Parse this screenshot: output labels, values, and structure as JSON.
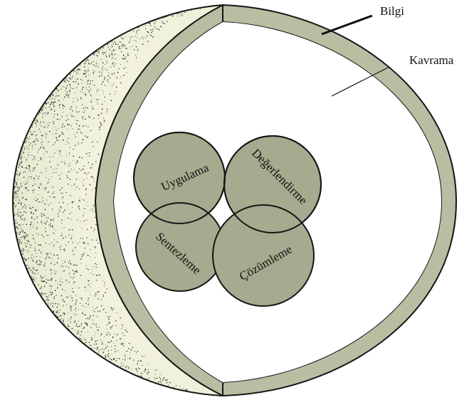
{
  "callouts": {
    "outer_shell": "Bilgi",
    "inner_space": "Kavrama"
  },
  "levels": [
    {
      "key": "uygulama",
      "label": "Uygulama"
    },
    {
      "key": "degerlendirme",
      "label": "Değerlendirme"
    },
    {
      "key": "sentezleme",
      "label": "Sentezleme"
    },
    {
      "key": "cozumleme",
      "label": "Çözümleme"
    }
  ],
  "colors": {
    "shell_fill": "#b7bea2",
    "bubble_fill": "#a4ab8e",
    "stroke": "#151515",
    "stipple": "#2c2c2c",
    "background": "#ffffff"
  }
}
